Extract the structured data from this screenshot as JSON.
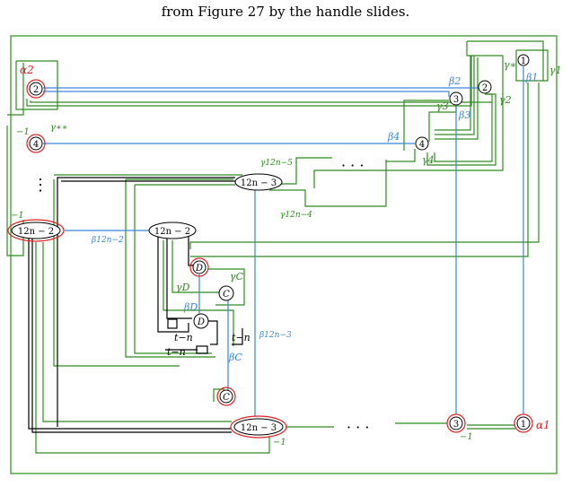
{
  "caption": "from Figure 27 by the handle slides.",
  "colors": {
    "green": "#2e8b1e",
    "blue": "#3a86d6",
    "red": "#e02020",
    "black": "#000000"
  },
  "nodes": {
    "n1_top": "1",
    "n2_top": "2",
    "n3_top": "3",
    "n4_right": "4",
    "alpha2_2": "2",
    "n4_left": "4",
    "n12n2_left": "12n − 2",
    "n12n2_mid": "12n − 2",
    "n12n3_top": "12n − 3",
    "d_top": "D",
    "c_mid": "C",
    "d_mid": "D",
    "c_low": "C",
    "n12n3_bottom": "12n − 3",
    "n3_bottom": "3",
    "n1_bottom": "1"
  },
  "labels": {
    "alpha2": "α2",
    "alpha1": "α1",
    "beta1": "β1",
    "beta2": "β2",
    "beta3": "β3",
    "beta4": "β4",
    "beta12n2": "β12n−2",
    "beta12n3": "β12n−3",
    "betaD": "βD",
    "betaC": "βC",
    "gamma1": "γ1",
    "gamma2": "γ2",
    "gamma3": "γ3",
    "gamma4": "γ4",
    "gammaStar": "γ∗",
    "gammaStarStar": "γ∗∗",
    "gamma12n5": "γ12n−5",
    "gamma12n4": "γ12n−4",
    "gammaC": "γC",
    "gammaD": "γD",
    "minus1_a": "−1",
    "minus1_b": "−1",
    "minus1_c": "−1",
    "minus1_d": "−1",
    "dots_top": "· · ·",
    "dots_bottom": "· · ·",
    "dots_vert": "⋮",
    "t_minus_n_a": "t−n",
    "t_minus_n_b": "t−n",
    "t_minus_n_c": "t−n"
  }
}
